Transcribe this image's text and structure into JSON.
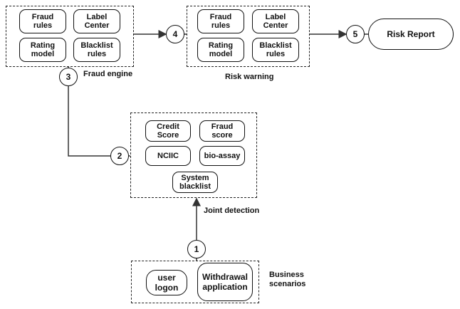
{
  "fraud_engine": {
    "title": "Fraud engine",
    "items": [
      "Fraud\nrules",
      "Label\nCenter",
      "Rating\nmodel",
      "Blacklist\nrules"
    ]
  },
  "risk_warning": {
    "title": "Risk warning",
    "items": [
      "Fraud\nrules",
      "Label\nCenter",
      "Rating\nmodel",
      "Blacklist\nrules"
    ]
  },
  "risk_report": {
    "label": "Risk Report"
  },
  "joint_detection": {
    "title": "Joint detection",
    "items": [
      "Credit\nScore",
      "Fraud\nscore",
      "NCIIC",
      "bio-assay",
      "System\nblacklist"
    ]
  },
  "business_scenarios": {
    "title": "Business\nscenarios",
    "items": [
      "user\nlogon",
      "Withdrawal\napplication"
    ]
  },
  "steps": [
    "1",
    "2",
    "3",
    "4",
    "5"
  ]
}
